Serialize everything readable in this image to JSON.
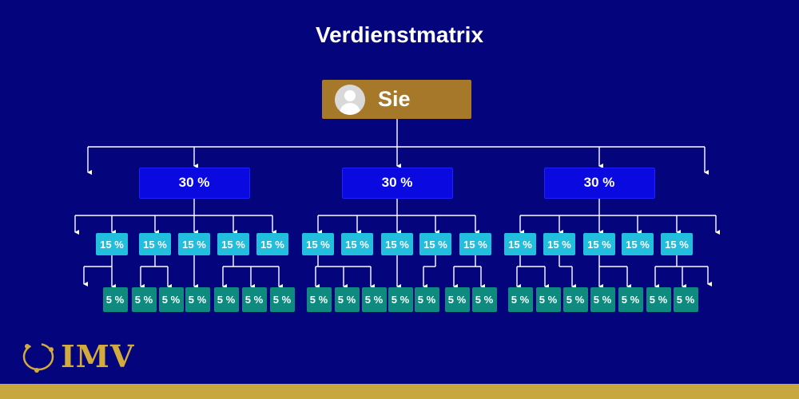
{
  "title": "Verdienstmatrix",
  "root": {
    "label": "Sie",
    "icon": "user-avatar-icon"
  },
  "level1_label": "30 %",
  "level2_label": "15 %",
  "level3_label": "5 %",
  "logo": {
    "text": "IMV",
    "icon": "orbit-icon"
  },
  "colors": {
    "background": "#04047c",
    "root": "#a5782a",
    "level1": "#0a0ae0",
    "level2": "#22bedd",
    "level3": "#0f8a7e",
    "lines": "#ffffff",
    "bottom_bar": "#c6a83e",
    "logo": "#d3aa3c"
  }
}
